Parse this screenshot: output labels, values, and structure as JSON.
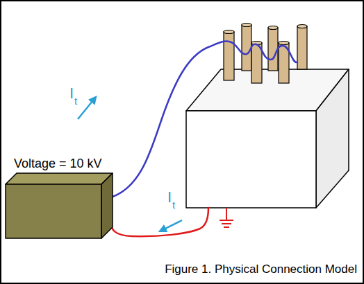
{
  "diagram": {
    "caption": "Figure 1. Physical Connection Model",
    "nodes": [
      {
        "text": [
          "Voltage = 10 kV"
        ]
      }
    ],
    "labels": [
      "I",
      "t",
      "I",
      "t"
    ]
  }
}
